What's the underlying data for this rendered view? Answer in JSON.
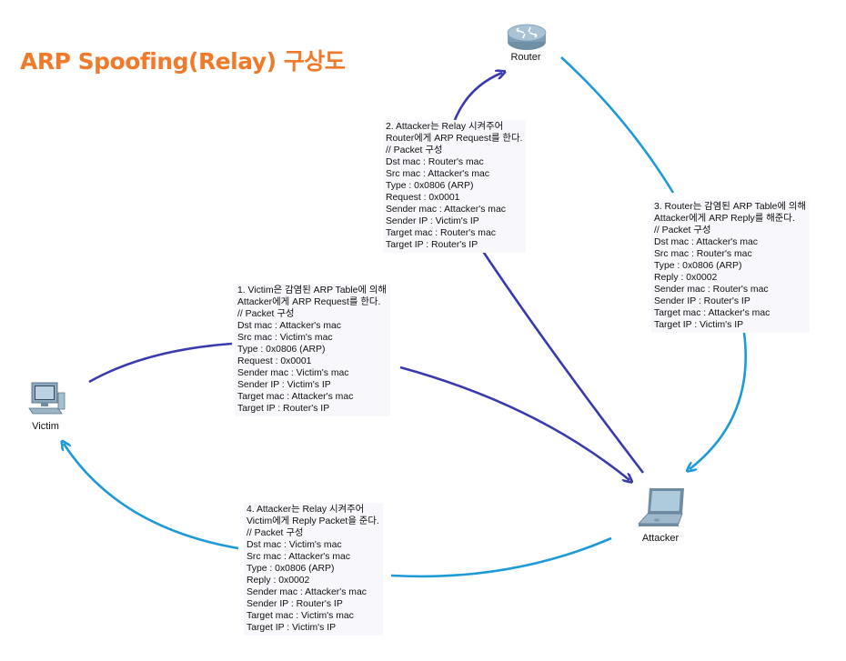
{
  "title": "ARP Spoofing(Relay) 구상도",
  "nodes": {
    "router": "Router",
    "victim": "Victim",
    "attacker": "Attacker"
  },
  "colors": {
    "title": "#f07a2a",
    "arrow_request": "#3a3ab0",
    "arrow_reply": "#1e9ad6",
    "box_bg": "#f7f7fc"
  },
  "steps": [
    {
      "lines": [
        "1. Victim은 감염된 ARP Table에 의해",
        "Attacker에게 ARP Request를 한다.",
        "// Packet 구성",
        "Dst mac : Attacker's mac",
        "Src mac : Victim's mac",
        "Type : 0x0806 (ARP)",
        "Request : 0x0001",
        "Sender mac : Victim's mac",
        "Sender IP : Victim's IP",
        "Target mac : Attacker's mac",
        "Target IP : Router's IP"
      ]
    },
    {
      "lines": [
        "2. Attacker는 Relay 시켜주어",
        "Router에게 ARP Request를 한다.",
        "// Packet 구성",
        "Dst mac : Router's mac",
        "Src mac : Attacker's mac",
        "Type : 0x0806 (ARP)",
        "Request : 0x0001",
        "Sender mac : Attacker's mac",
        "Sender IP : Victim's IP",
        "Target mac : Router's mac",
        "Target IP : Router's IP"
      ]
    },
    {
      "lines": [
        "3. Router는 감염된 ARP Table에 의해",
        "Attacker에게 ARP Reply를 해준다.",
        "// Packet 구성",
        "Dst mac : Attacker's mac",
        "Src mac : Router's mac",
        "Type : 0x0806 (ARP)",
        "Reply : 0x0002",
        "Sender mac : Router's mac",
        "Sender IP : Router's IP",
        "Target mac : Attacker's mac",
        "Target IP : Victim's IP"
      ]
    },
    {
      "lines": [
        "4. Attacker는 Relay 시켜주어",
        "Victim에게 Reply Packet을 준다.",
        "// Packet 구성",
        "Dst mac : Victim's mac",
        "Src mac : Attacker's mac",
        "Type : 0x0806 (ARP)",
        "Reply : 0x0002",
        "Sender mac : Attacker's mac",
        "Sender IP : Router's IP",
        "Target mac : Victim's mac",
        "Target IP : Victim's IP"
      ]
    }
  ]
}
